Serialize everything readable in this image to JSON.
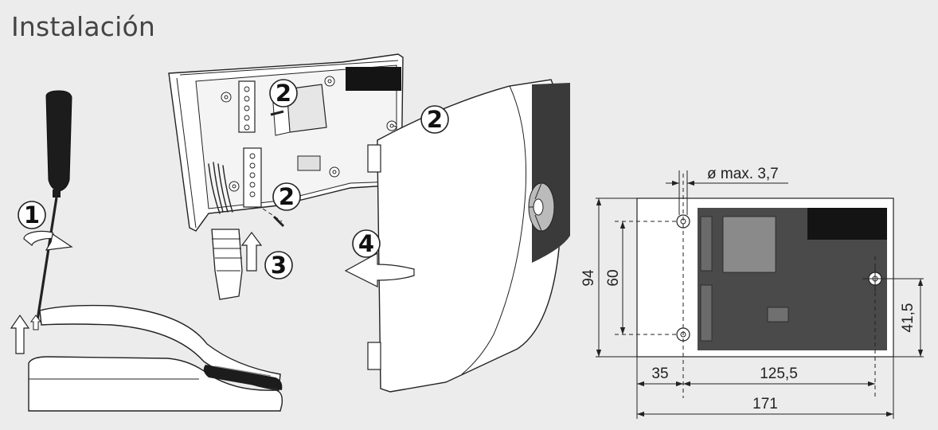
{
  "title": "Instalación",
  "steps": {
    "s1": "1",
    "s2a": "2",
    "s2b": "2",
    "s2c": "2",
    "s3": "3",
    "s4": "4"
  },
  "dimensions": {
    "hole_diameter": "ø max. 3,7",
    "total_height": "94",
    "hole_spacing_v": "60",
    "hole_offset_v": "41,5",
    "left_offset": "35",
    "hole_spacing_h": "125,5",
    "total_width": "171"
  },
  "colors": {
    "board": "#4a4a4a",
    "chip": "#141414",
    "line": "#222222",
    "fill": "#ffffff"
  }
}
